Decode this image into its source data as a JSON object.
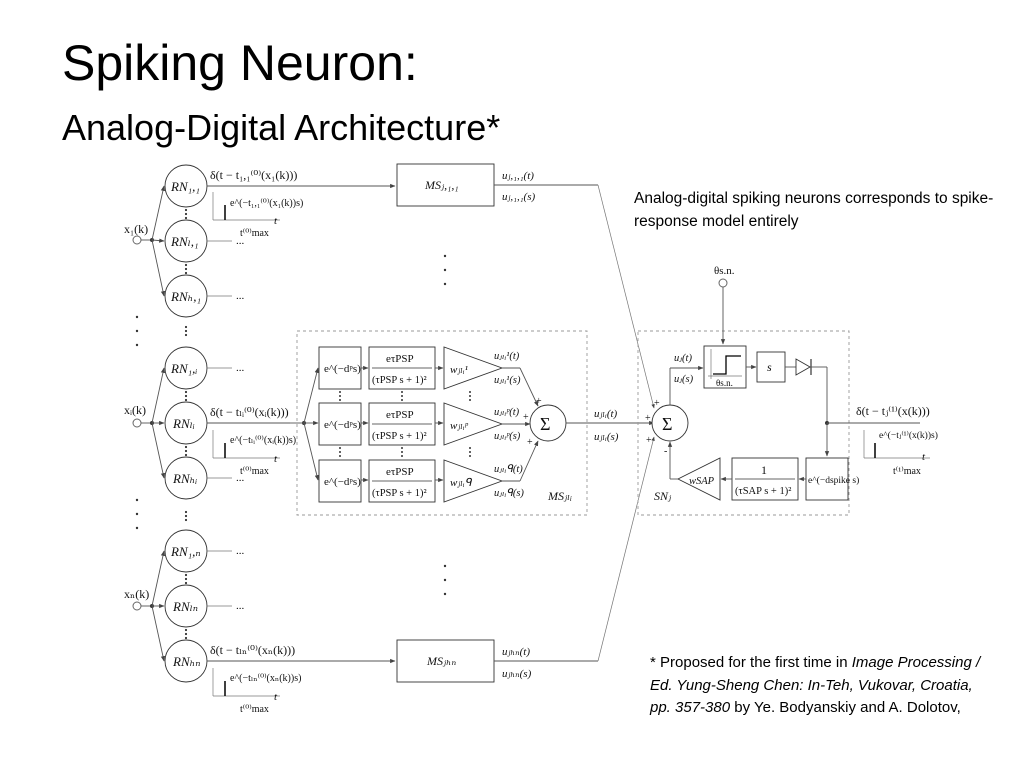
{
  "slide": {
    "title": "Spiking Neuron:",
    "subtitle": "Analog-Digital Architecture*",
    "note": "Analog-digital spiking neurons corresponds to spike-response model entirely",
    "footnote": {
      "prefix": "* Proposed for the first time in ",
      "italic": "Image Processing /  Ed. Yung-Sheng Chen: In-Teh, Vukovar, Croatia, pp. 357-380",
      "suffix": " by Ye. Bodyanskiy and A. Dolotov,"
    }
  },
  "diagram": {
    "inputs": [
      "x₁(k)",
      "xᵢ(k)",
      "xₙ(k)"
    ],
    "receptive_neurons": [
      "RN₁,₁",
      "RNₗ,₁",
      "RNₕ,₁",
      "RN₁,ᵢ",
      "RNₗᵢ",
      "RNₕᵢ",
      "RN₁,ₙ",
      "RNₗₙ",
      "RNₕₙ"
    ],
    "spike_labels": [
      "δ(t − t₁,₁⁽⁰⁾(x₁(k)))",
      "δ(t − tₗᵢ⁽⁰⁾(xᵢ(k)))",
      "δ(t − tₗₙ⁽⁰⁾(xₙ(k)))"
    ],
    "exp_labels": [
      "e^(−t₁,₁⁽⁰⁾(x₁(k))s)",
      "e^(−tₗᵢ⁽⁰⁾(xᵢ(k))s)",
      "e^(−tₗₙ⁽⁰⁾(xₙ(k))s)"
    ],
    "tmax": "t⁽⁰⁾max",
    "t": "t",
    "ellipsis": "...",
    "ms_blocks": [
      "MSⱼ,₁,₁",
      "MSⱼₕₙ"
    ],
    "ms_outputs_top": [
      "uⱼ,₁,₁(t)",
      "uⱼ,₁,₁(s)"
    ],
    "ms_outputs_bottom": [
      "uⱼₕₙ(t)",
      "uⱼₕₙ(s)"
    ],
    "ms_detail": {
      "label": "MSⱼₗᵢ",
      "delay": "e^(−dᵖs)",
      "psp_num": "eτPSP",
      "psp_den": "(τPSP s + 1)²",
      "weights": [
        "wⱼₗᵢ¹",
        "wⱼₗᵢᵖ",
        "wⱼₗᵢᑫ"
      ],
      "outputs": [
        "uⱼₗᵢ¹(t)",
        "uⱼₗᵢ¹(s)",
        "uⱼₗᵢᵖ(t)",
        "uⱼₗᵢᵖ(s)",
        "uⱼₗᵢᑫ(t)",
        "uⱼₗᵢᑫ(s)"
      ],
      "sigma": "Σ",
      "sum_outputs": [
        "uⱼₗᵢ(t)",
        "uⱼₗᵢ(s)"
      ]
    },
    "sn": {
      "label": "SNⱼ",
      "theta": "θs.n.",
      "u_t": "uⱼ(t)",
      "u_s": "uⱼ(s)",
      "s_block": "s",
      "sap_num": "1",
      "sap_den": "(τSAP s + 1)²",
      "w_sap": "wSAP",
      "delay": "e^(−dspike s)",
      "out_spike": "δ(t − tⱼ⁽¹⁾(x(k)))",
      "out_exp": "e^(−tⱼ⁽¹⁾(x(k))s)",
      "out_tmax": "t⁽¹⁾max",
      "minus": "-"
    }
  }
}
